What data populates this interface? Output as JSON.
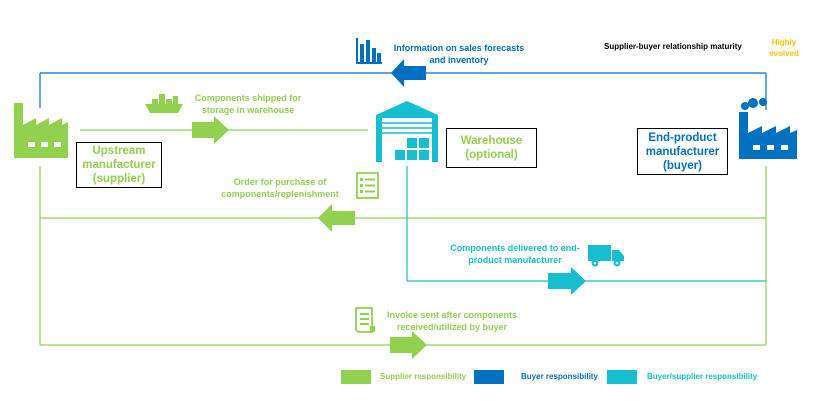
{
  "nodes": {
    "upstream": "Upstream manufacturer (supplier)",
    "warehouse": "Warehouse (optional)",
    "end_product": "End-product manufacturer (buyer)"
  },
  "flows": {
    "info_forecasts": "Information on sales forecasts and inventory",
    "components_shipped": "Components shipped for storage in warehouse",
    "order_purchase": "Order for purchase of components/replenishment",
    "components_delivered": "Components delivered to end-product manufacturer",
    "invoice": "Invoice sent after components received/utilized by buyer"
  },
  "maturity": {
    "title": "Supplier-buyer relationship maturity",
    "level": "Highly evolved"
  },
  "legend": [
    {
      "label": "Supplier responsibility",
      "color": "#92D050"
    },
    {
      "label": "Buyer responsibility",
      "color": "#0070C0"
    },
    {
      "label": "Buyer/supplier responsibility",
      "color": "#17BECF"
    }
  ],
  "colors": {
    "supplier": "#92D050",
    "buyer": "#0070C0",
    "shared": "#17BECF",
    "accent": "#FFC000"
  },
  "icons": [
    "factory-icon",
    "warehouse-icon",
    "ship-icon",
    "truck-icon",
    "checklist-icon",
    "bar-chart-icon",
    "invoice-scroll-icon"
  ]
}
